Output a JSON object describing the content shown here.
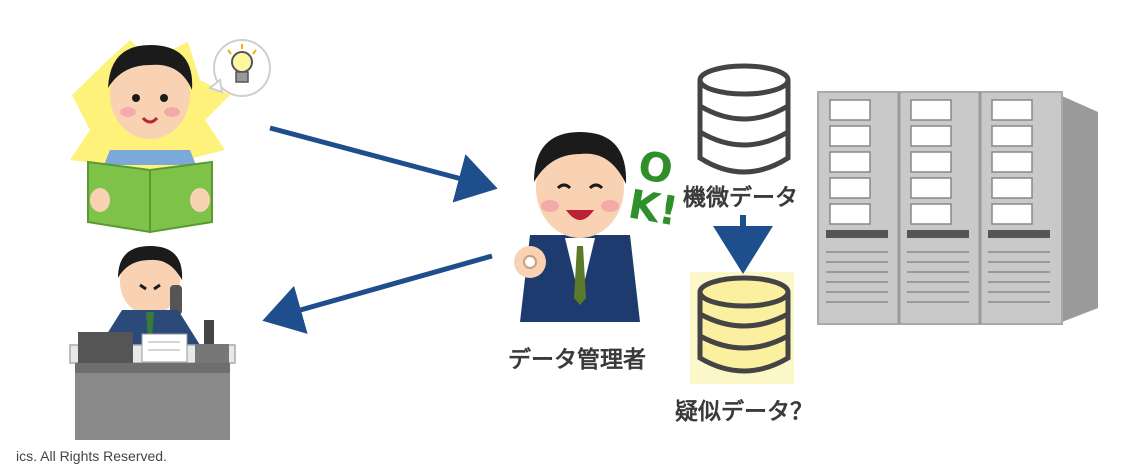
{
  "labels": {
    "manager": "データ管理者",
    "sensitive_data": "機微データ",
    "pseudo_data": "疑似データ？",
    "ok": "OK!",
    "copyright": "ics. All Rights Reserved."
  },
  "colors": {
    "arrow": "#1f4e8c",
    "db_plain": "#ffffff",
    "db_pseudo": "#fbf0a0",
    "pseudo_bg": "#fbf7c8",
    "server": "#c9c9c9",
    "ok_green": "#2f8f2a",
    "book_green": "#7ec24a",
    "suit": "#1d3b6e"
  },
  "icons": {
    "researcher": "person-reading-book-icon",
    "idea": "lightbulb-idea-icon",
    "officeworker": "person-on-phone-at-desk-icon",
    "manager": "manager-ok-gesture-icon",
    "db_sensitive": "database-icon",
    "db_pseudo": "database-icon",
    "server": "server-rack-icon"
  }
}
